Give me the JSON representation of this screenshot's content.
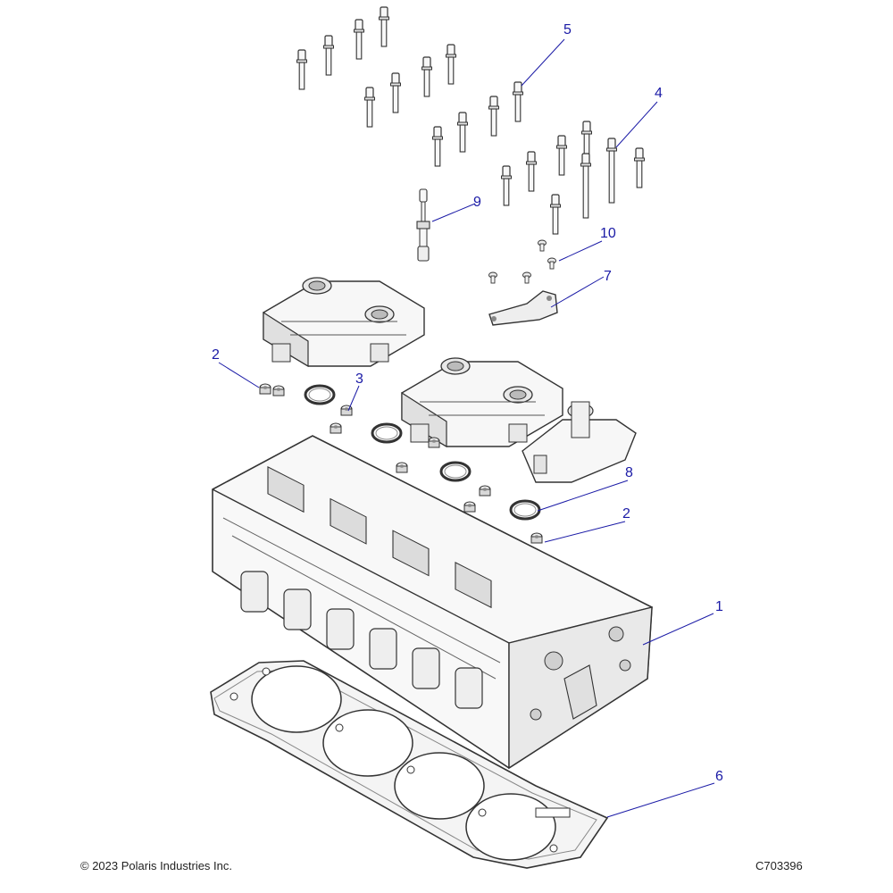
{
  "colors": {
    "callout": "#1a1aa6",
    "line": "#1a1aa6",
    "part_stroke": "#333333",
    "part_fill": "#f7f7f7",
    "shade": "#d8d8d8"
  },
  "callouts": [
    {
      "id": "c5",
      "label": "5"
    },
    {
      "id": "c4",
      "label": "4"
    },
    {
      "id": "c9",
      "label": "9"
    },
    {
      "id": "c10",
      "label": "10"
    },
    {
      "id": "c7",
      "label": "7"
    },
    {
      "id": "c2a",
      "label": "2"
    },
    {
      "id": "c3",
      "label": "3"
    },
    {
      "id": "c8",
      "label": "8"
    },
    {
      "id": "c2b",
      "label": "2"
    },
    {
      "id": "c1",
      "label": "1"
    },
    {
      "id": "c6",
      "label": "6"
    }
  ],
  "footer": {
    "copyright": "© 2023 Polaris Industries Inc.",
    "drawing_code": "C703396"
  }
}
